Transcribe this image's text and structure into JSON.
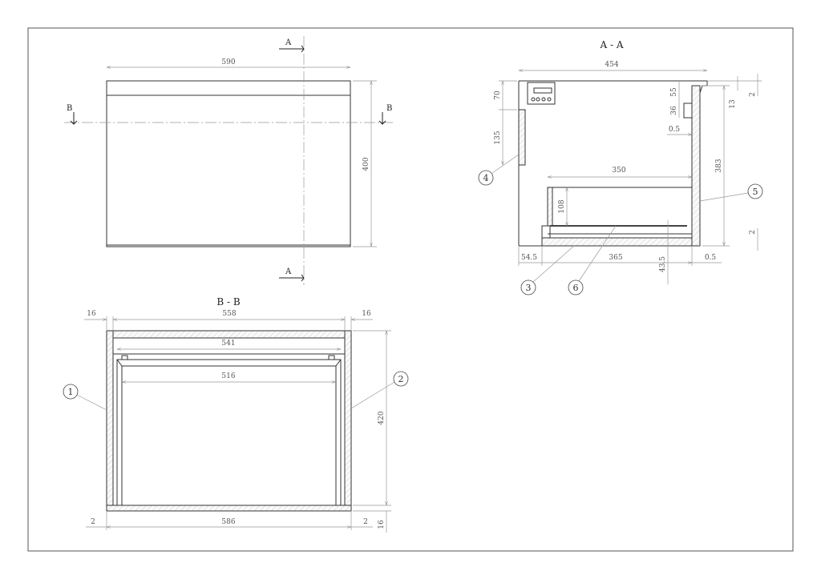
{
  "front_view": {
    "section_a_top": "A",
    "section_a_bottom": "A",
    "section_b_left": "B",
    "section_b_right": "B",
    "dim_width": "590",
    "dim_height": "400"
  },
  "section_aa": {
    "title": "A - A",
    "dims": {
      "overall_depth": "454",
      "drawer_depth": "350",
      "bottom_depth": "365",
      "front_offset": "54.5",
      "back_gap": "0.5",
      "back_gap_upper": "0.5",
      "front_top": "70",
      "front_panel": "135",
      "drawer_height": "108",
      "rail_height": "43.5",
      "back_height": "383",
      "top_cap": "13",
      "top_gap": "2",
      "bottom_gap": "2",
      "upper_55": "55",
      "upper_36": "36"
    },
    "callouts": [
      "3",
      "4",
      "5",
      "6"
    ]
  },
  "section_bb": {
    "title": "B - B",
    "dims": {
      "inner_width": "558",
      "left_thick": "16",
      "right_thick": "16",
      "drawer_width": "541",
      "drawer_inner": "516",
      "bottom_width": "586",
      "left_gap": "2",
      "right_gap": "2",
      "height": "420",
      "bottom_thick": "16"
    },
    "callouts": [
      "1",
      "2"
    ]
  }
}
